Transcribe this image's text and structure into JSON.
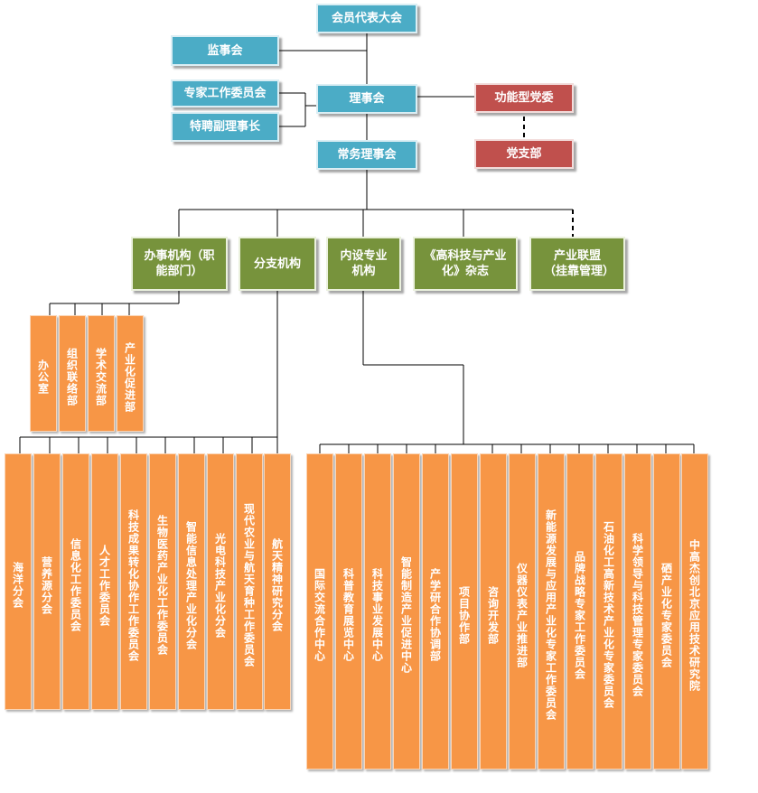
{
  "top": {
    "congress": "会员代表大会",
    "supervisors": "监事会",
    "expert_committee": "专家工作委员会",
    "vice_chair": "特聘副理事长",
    "council": "理事会",
    "party_committee": "功能型党委",
    "party_branch": "党支部",
    "standing_council": "常务理事会"
  },
  "categories": {
    "admin": "办事机构（职能部门）",
    "branches": "分支机构",
    "internal": "内设专业机构",
    "magazine": "《高科技与产业化》杂志",
    "alliance": "产业联盟（挂靠管理）"
  },
  "admin_depts": [
    "办公室",
    "组织联络部",
    "学术交流部",
    "产业化促进部"
  ],
  "branch_units": [
    "海洋分会",
    "营养源分会",
    "信息化工作委员会",
    "人才工作委员会",
    "科技成果转化协作工作委员会",
    "生物医药产业化工作委员会",
    "智能信息处理产业化分会",
    "光电科技产业化分会",
    "现代农业与航天育种工作委员会",
    "航天精神研究分会"
  ],
  "internal_units": [
    "国际交流合作中心",
    "科普教育展览中心",
    "科技事业发展中心",
    "智能制造产业促进中心",
    "产学研合作协调部",
    "项目协作部",
    "咨询开发部",
    "仪器仪表产业推进部",
    "新能源发展与应用产业化专家工作委员会",
    "品牌战略专家工作委员会",
    "石油化工高新技术产业化专家委员会",
    "科学领导与科技管理专家委员会",
    "硒产业化专家委员会",
    "中高杰创北京应用技术研究院"
  ],
  "colors": {
    "teal": "#4bacc6",
    "red": "#c0504d",
    "green": "#77933c",
    "orange": "#f79646"
  }
}
